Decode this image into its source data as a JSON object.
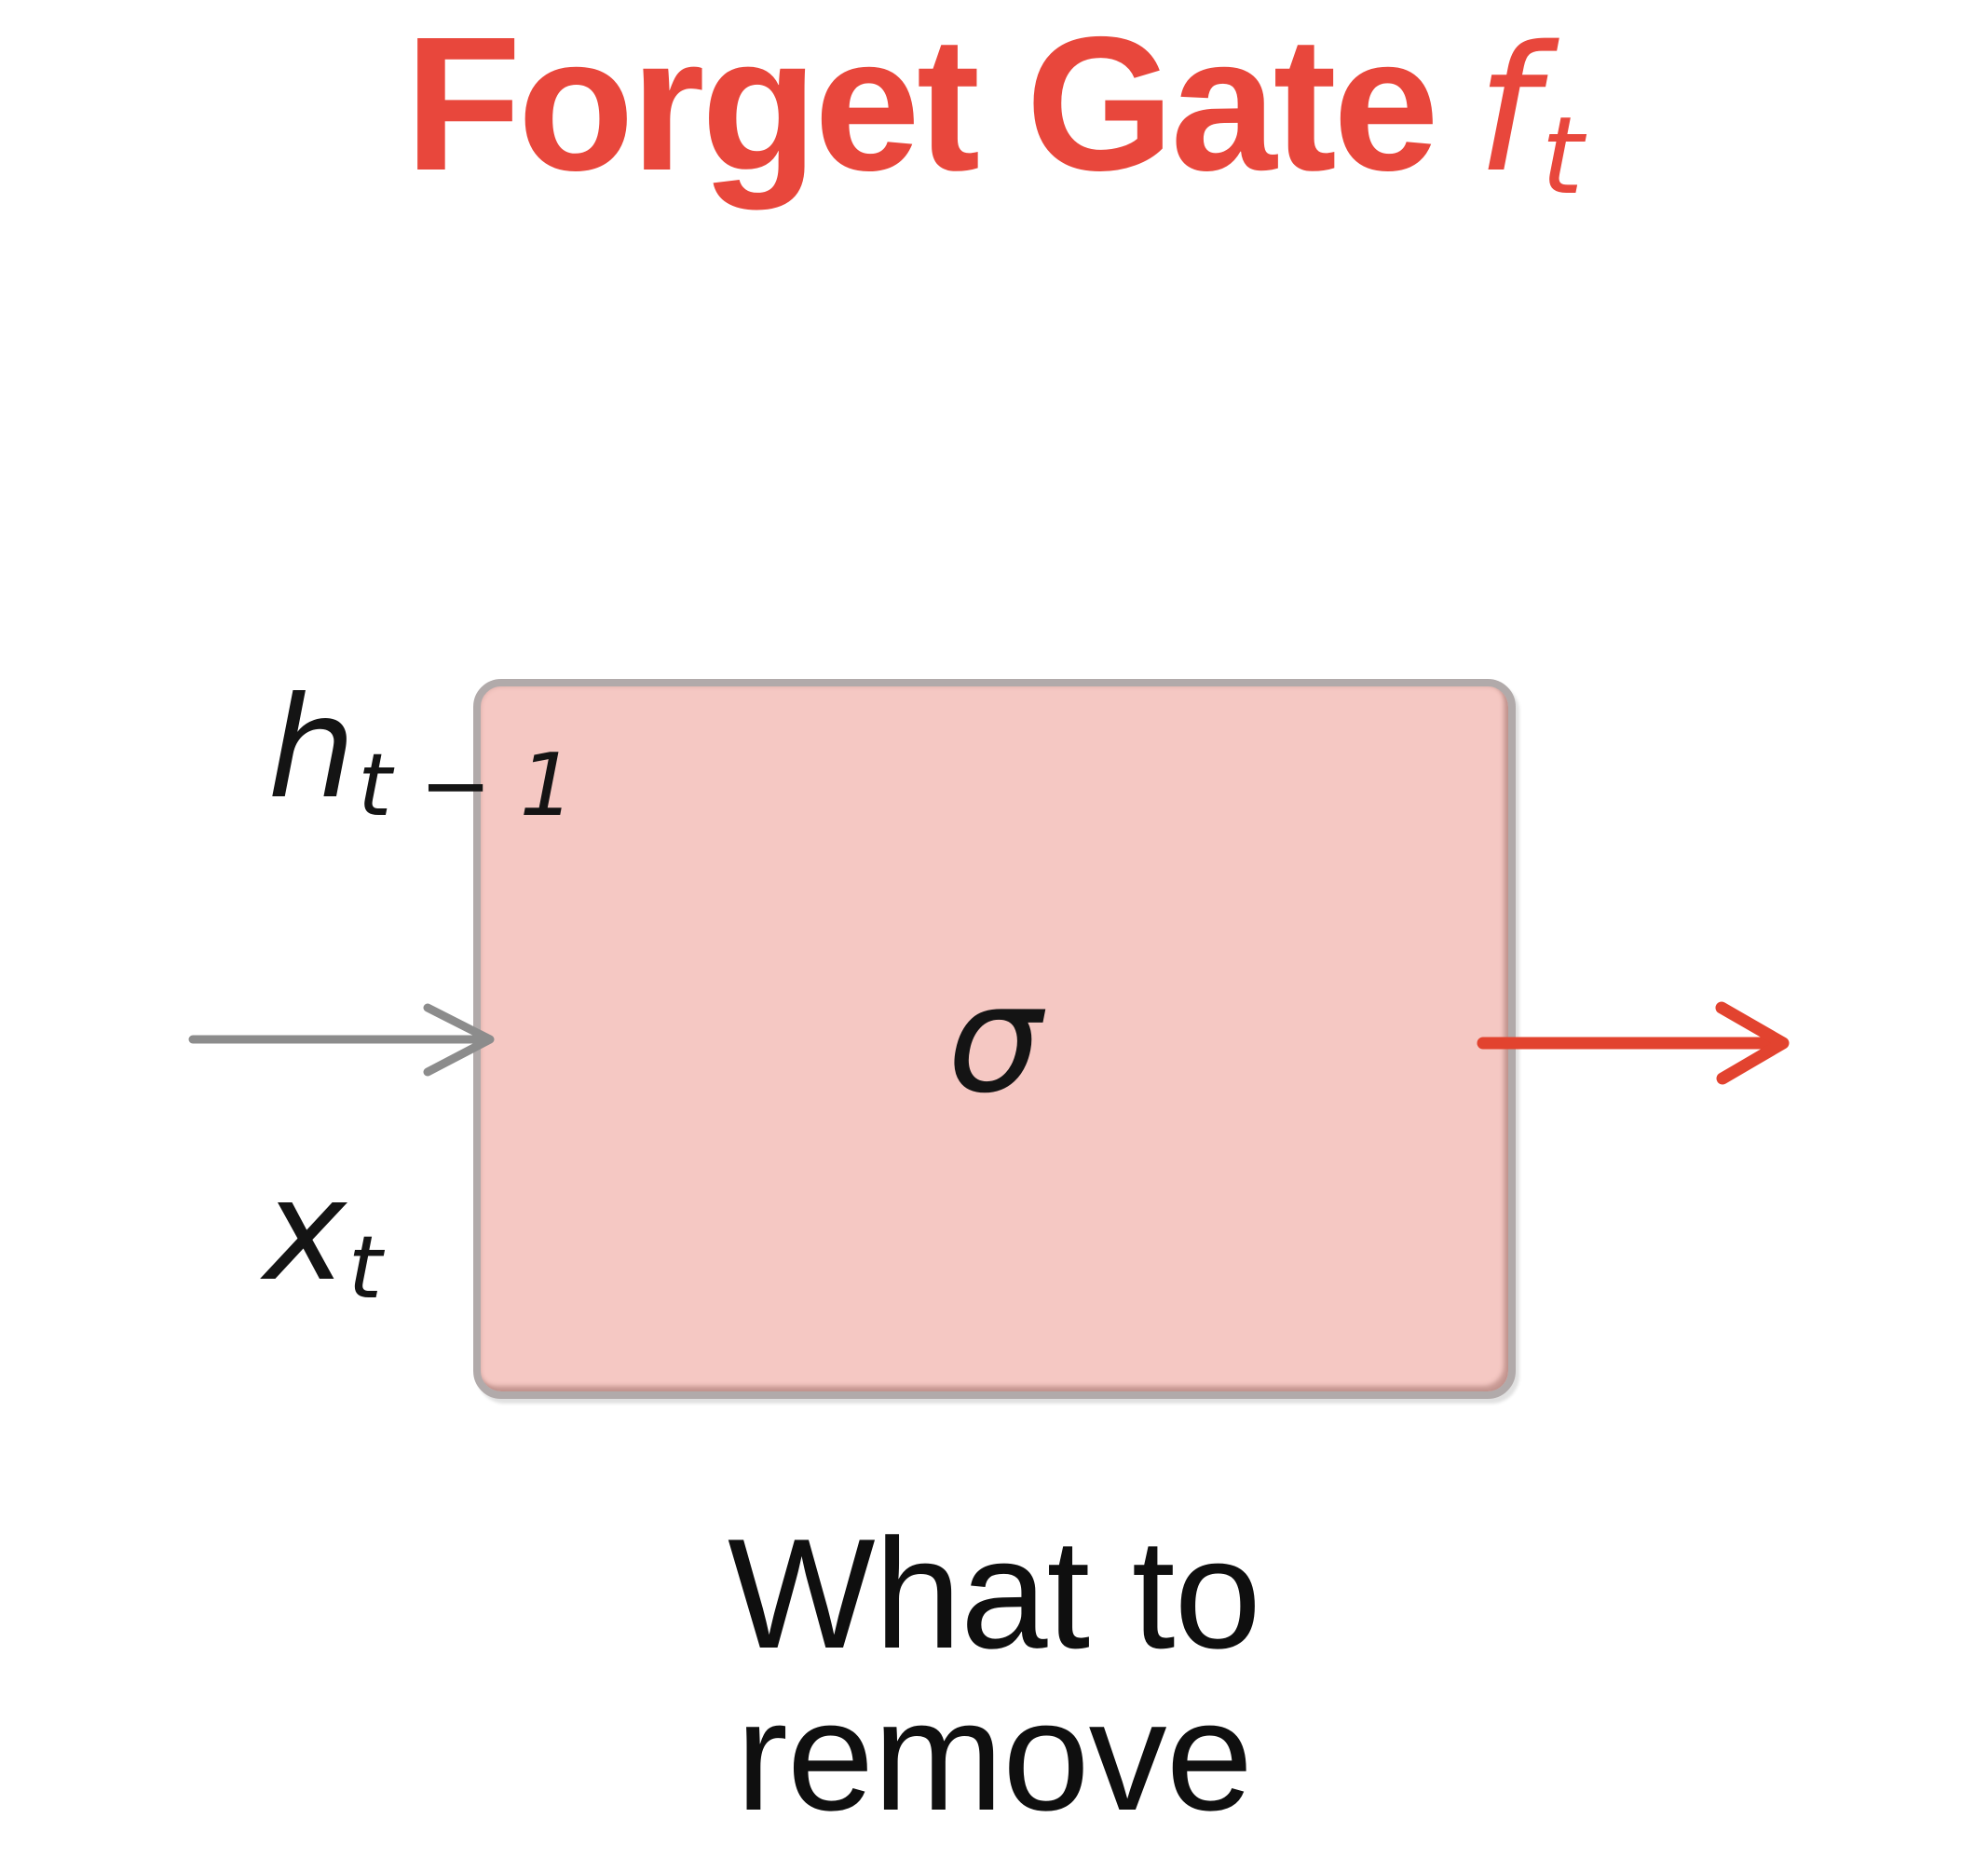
{
  "title": {
    "main": "Forget Gate",
    "symbol": "f",
    "symbol_sub": "t"
  },
  "gate": {
    "activation": "σ"
  },
  "labels": {
    "hidden_state_base": "h",
    "hidden_state_sub": "t − 1",
    "input_base": "x",
    "input_sub": "t"
  },
  "caption": {
    "line1": "What to",
    "line2": "remove"
  },
  "colors": {
    "title_red": "#E8473C",
    "arrow_red": "#E2432F",
    "arrow_gray": "#8C8C8C",
    "box_fill": "#F5C8C3",
    "box_border": "#B1AAAA",
    "text_black": "#141414"
  }
}
